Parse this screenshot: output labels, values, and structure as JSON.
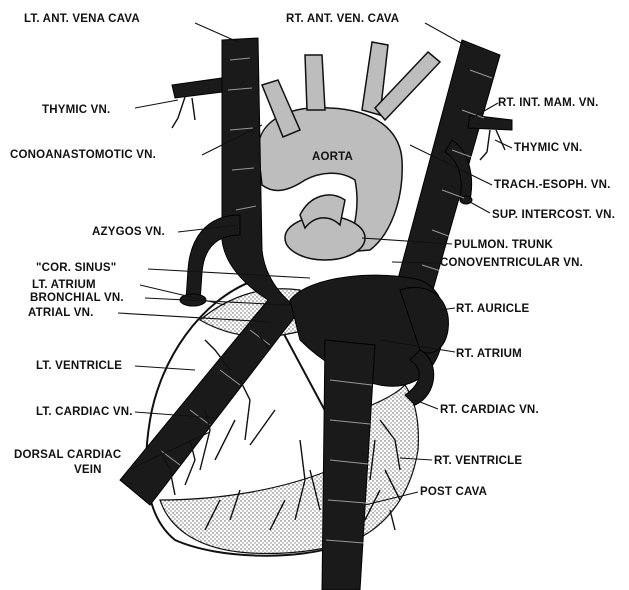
{
  "labels": {
    "lt_ant_vena_cava": "LT. ANT. VENA CAVA",
    "rt_ant_ven_cava": "RT. ANT. VEN. CAVA",
    "thymic_vn_left": "THYMIC VN.",
    "rt_int_mam_vn": "RT. INT. MAM. VN.",
    "conoanastomotic_vn": "CONOANASTOMOTIC VN.",
    "thymic_vn_right": "THYMIC VN.",
    "aorta": "AORTA",
    "trach_esoph_vn": "TRACH.-ESOPH. VN.",
    "sup_intercost_vn": "SUP. INTERCOST. VN.",
    "azygos_vn": "AZYGOS VN.",
    "pulmon_trunk": "PULMON. TRUNK",
    "cor_sinus": "\"COR. SINUS\"",
    "conoventricular_vn": "CONOVENTRICULAR VN.",
    "lt_atrium": "LT. ATRIUM",
    "bronchial_vn": "BRONCHIAL VN.",
    "rt_auricle": "RT. AURICLE",
    "atrial_vn": "ATRIAL VN.",
    "rt_atrium": "RT. ATRIUM",
    "lt_ventricle": "LT. VENTRICLE",
    "rt_cardiac_vn": "RT. CARDIAC VN.",
    "lt_cardiac_vn": "LT. CARDIAC VN.",
    "dorsal_cardiac_vein_1": "DORSAL CARDIAC",
    "dorsal_cardiac_vein_2": "VEIN",
    "rt_ventricle": "RT. VENTRICLE",
    "post_cava": "POST CAVA"
  },
  "colors": {
    "vein": "#1a1a1a",
    "aorta": "#bdbdbd",
    "heart_outline": "#111111",
    "background": "#ffffff"
  }
}
